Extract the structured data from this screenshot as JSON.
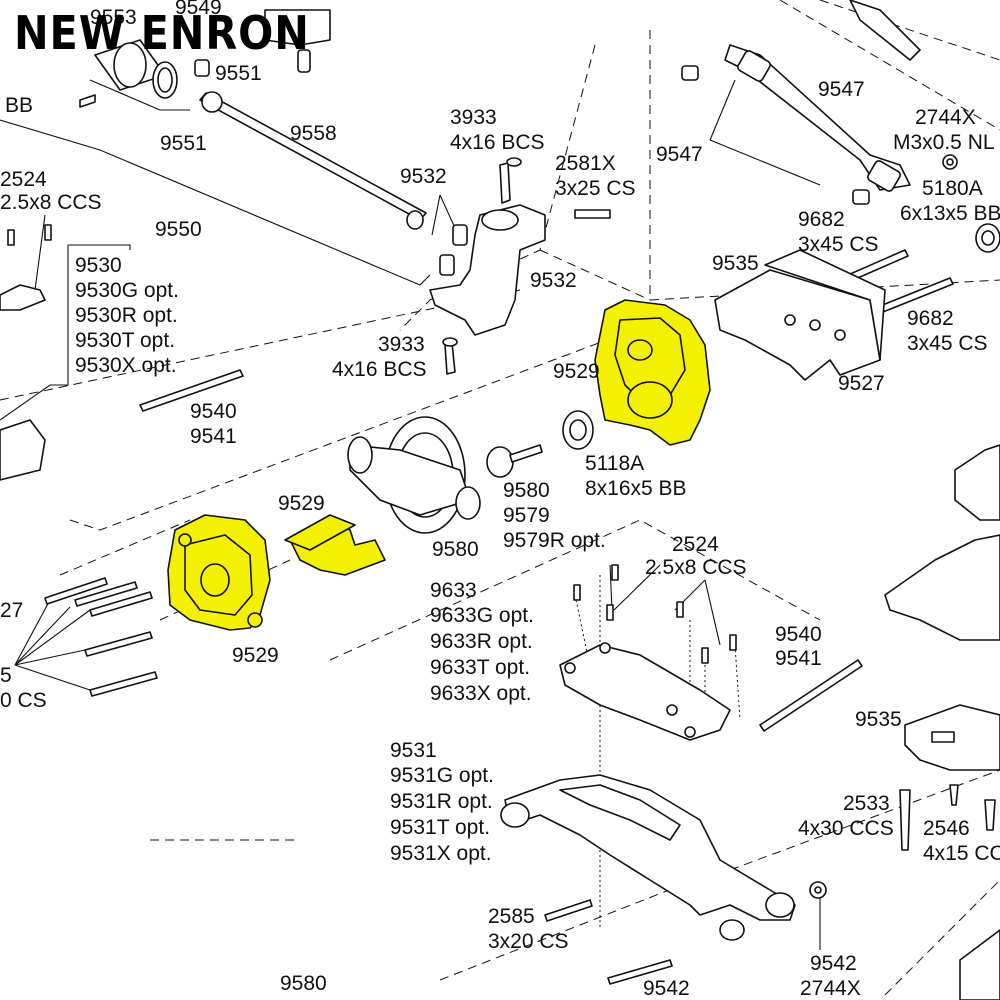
{
  "brand": {
    "text": "NEW ENRON"
  },
  "colors": {
    "highlight": "#f3f100",
    "ink": "#111111",
    "background": "#ffffff"
  },
  "labels": {
    "l9553": "9553",
    "l9549": "9549",
    "lBB": "BB",
    "l9551a": "9551",
    "l9551b": "9551",
    "l9558": "9558",
    "l9550": "9550",
    "l2524a": "2524",
    "l2524a2": "2.5x8 CCS",
    "l9530": "9530",
    "l9530g": "9530G opt.",
    "l9530r": "9530R opt.",
    "l9530t": "9530T opt.",
    "l9530x": "9530X opt.",
    "l9540a": "9540",
    "l9541a": "9541",
    "l3933a": "3933",
    "l3933a2": "4x16 BCS",
    "l9532a": "9532",
    "l2581x": "2581X",
    "l2581x2": "3x25 CS",
    "l9532b": "9532",
    "l3933b": "3933",
    "l3933b2": "4x16 BCS",
    "l9547a": "9547",
    "l2744xa": "2744X",
    "l2744xa2": "M3x0.5 NL",
    "l9547b": "9547",
    "l5180a": "5180A",
    "l5180a2": "6x13x5 BB",
    "l9682a": "9682",
    "l9682a2": "3x45 CS",
    "l9535a": "9535",
    "l9682b": "9682",
    "l9682b2": "3x45 CS",
    "l9527a": "9527",
    "l9529a": "9529",
    "l5118a": "5118A",
    "l5118a2": "8x16x5 BB",
    "l9580a": "9580",
    "l9579": "9579",
    "l9579r": "9579R opt.",
    "l9529b": "9529",
    "l9580b": "9580",
    "l27": "27",
    "l5": "5",
    "l0cs": "0 CS",
    "l9529c": "9529",
    "l2524b": "2524",
    "l2524b2": "2.5x8 CCS",
    "l9633": "9633",
    "l9633g": "9633G opt.",
    "l9633r": "9633R opt.",
    "l9633t": "9633T opt.",
    "l9633x": "9633X opt.",
    "l9540b": "9540",
    "l9541b": "9541",
    "l9535b": "9535",
    "l9531": "9531",
    "l9531g": "9531G opt.",
    "l9531r": "9531R opt.",
    "l9531t": "9531T opt.",
    "l9531x": "9531X opt.",
    "l2533": "2533",
    "l2533b": "4x30 CCS",
    "l2546": "2546",
    "l2546b": "4x15 CC",
    "l2585": "2585",
    "l2585b": "3x20 CS",
    "l9542a": "9542",
    "l2744xb": "2744X",
    "l9580c": "9580",
    "l9542b": "9542"
  }
}
